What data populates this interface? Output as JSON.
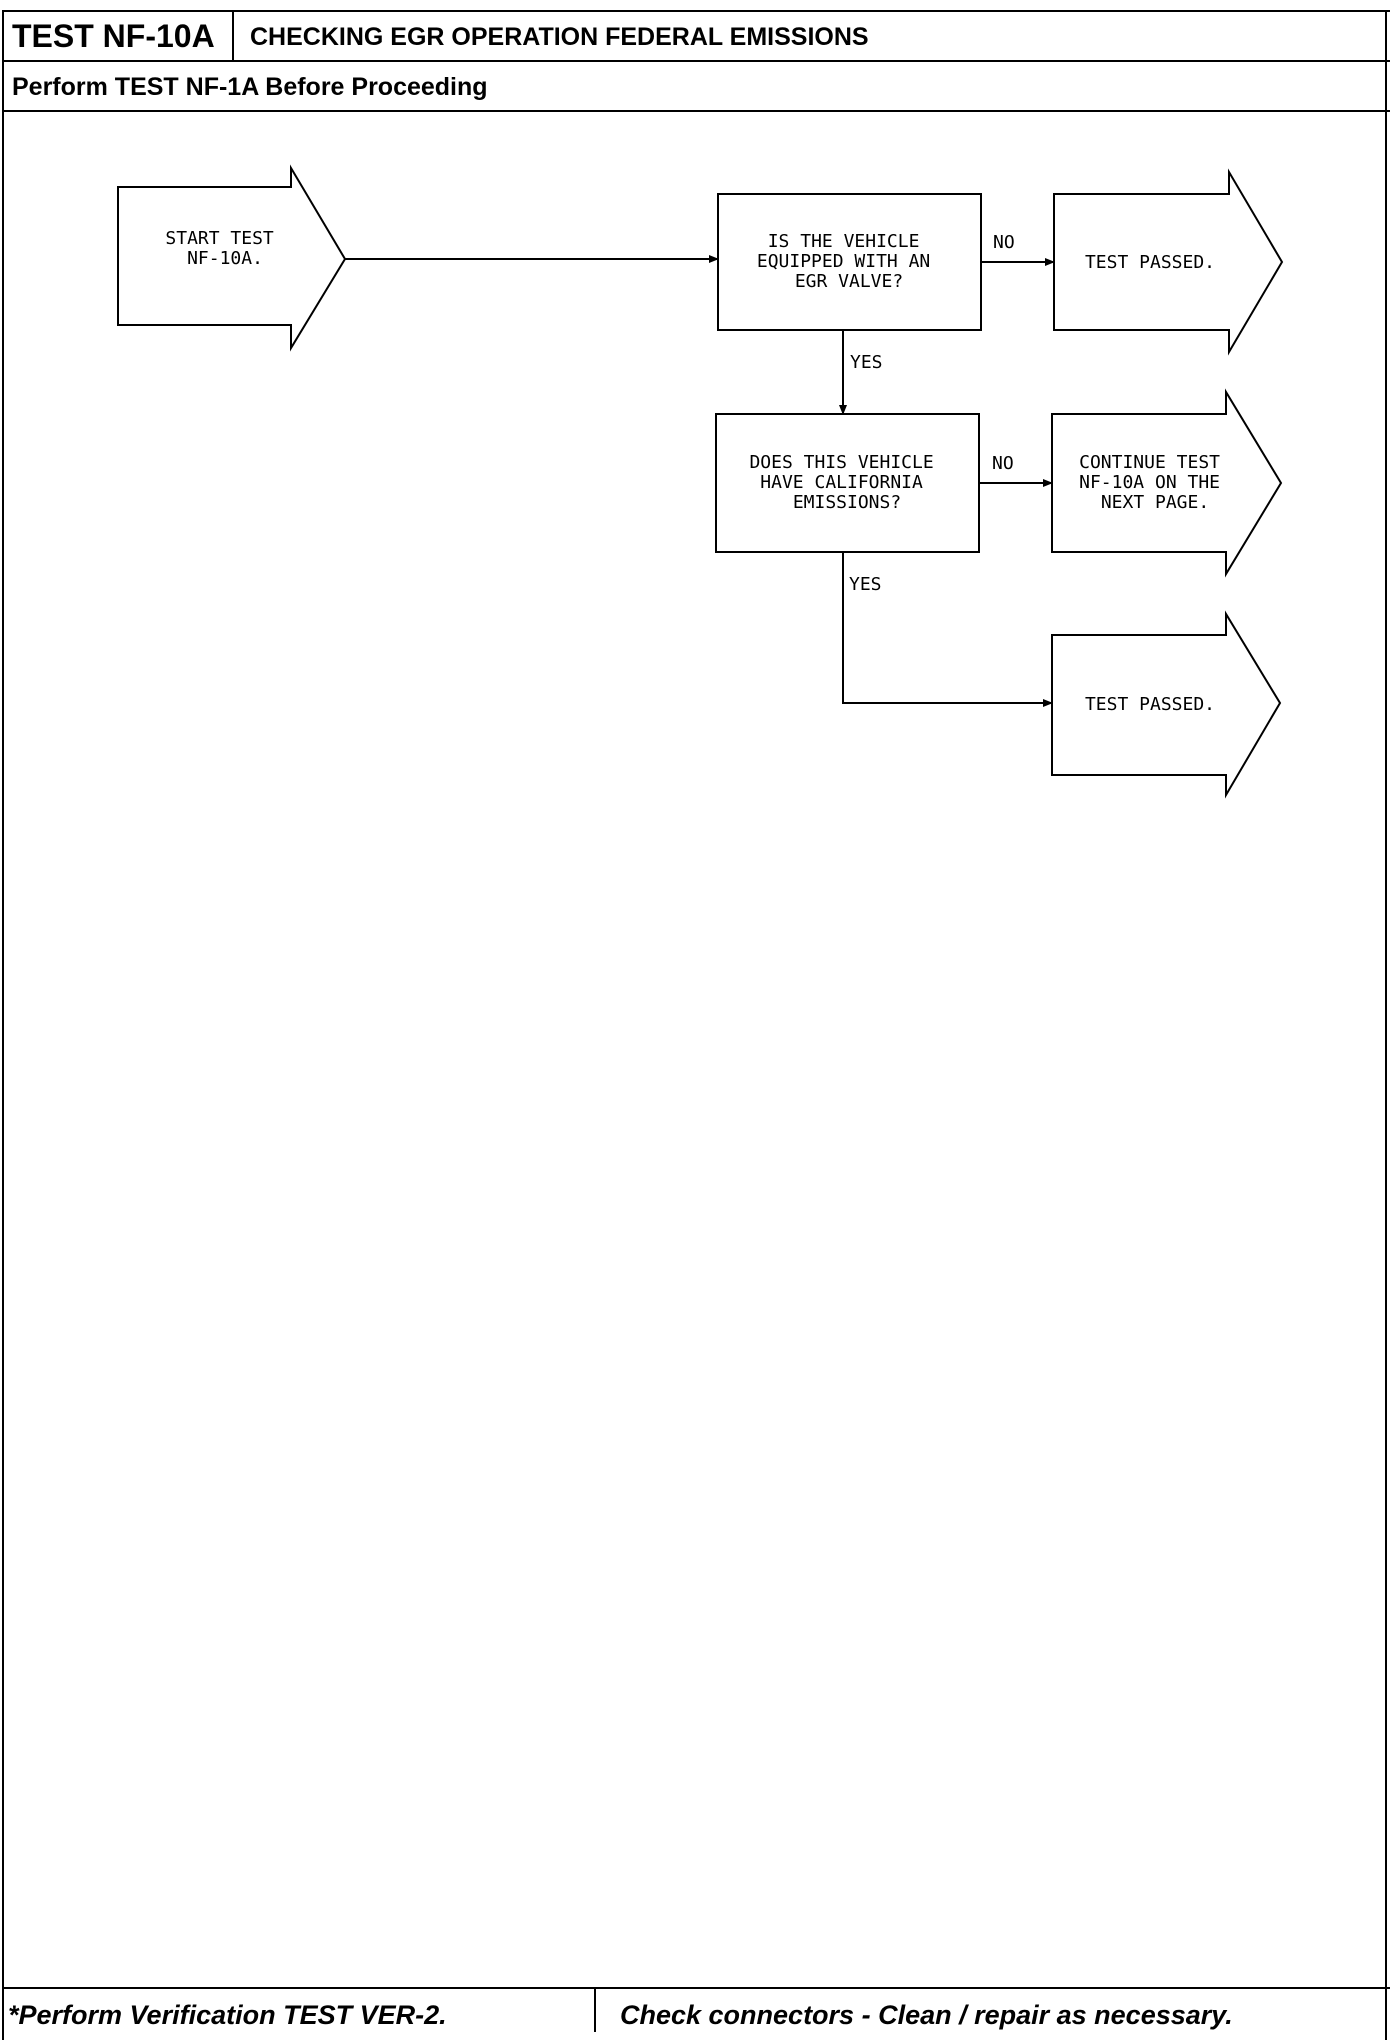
{
  "header": {
    "test_id": "TEST NF-10A",
    "title": "CHECKING EGR OPERATION FEDERAL EMISSIONS"
  },
  "prerequisite": "Perform TEST NF-1A Before Proceeding",
  "flowchart": {
    "start": [
      "START TEST",
      "NF-10A."
    ],
    "q1": [
      "IS THE VEHICLE",
      "EQUIPPED WITH AN",
      "EGR VALVE?"
    ],
    "q1_no": [
      "TEST PASSED."
    ],
    "q2": [
      "DOES THIS VEHICLE",
      "HAVE CALIFORNIA",
      "EMISSIONS?"
    ],
    "q2_no": [
      "CONTINUE TEST",
      "NF-10A ON THE",
      "NEXT PAGE."
    ],
    "q2_yes": [
      "TEST PASSED."
    ],
    "label_no": "NO",
    "label_yes": "YES"
  },
  "footer": {
    "left": "*Perform Verification TEST VER-2.",
    "right": "Check connectors - Clean / repair as necessary."
  }
}
